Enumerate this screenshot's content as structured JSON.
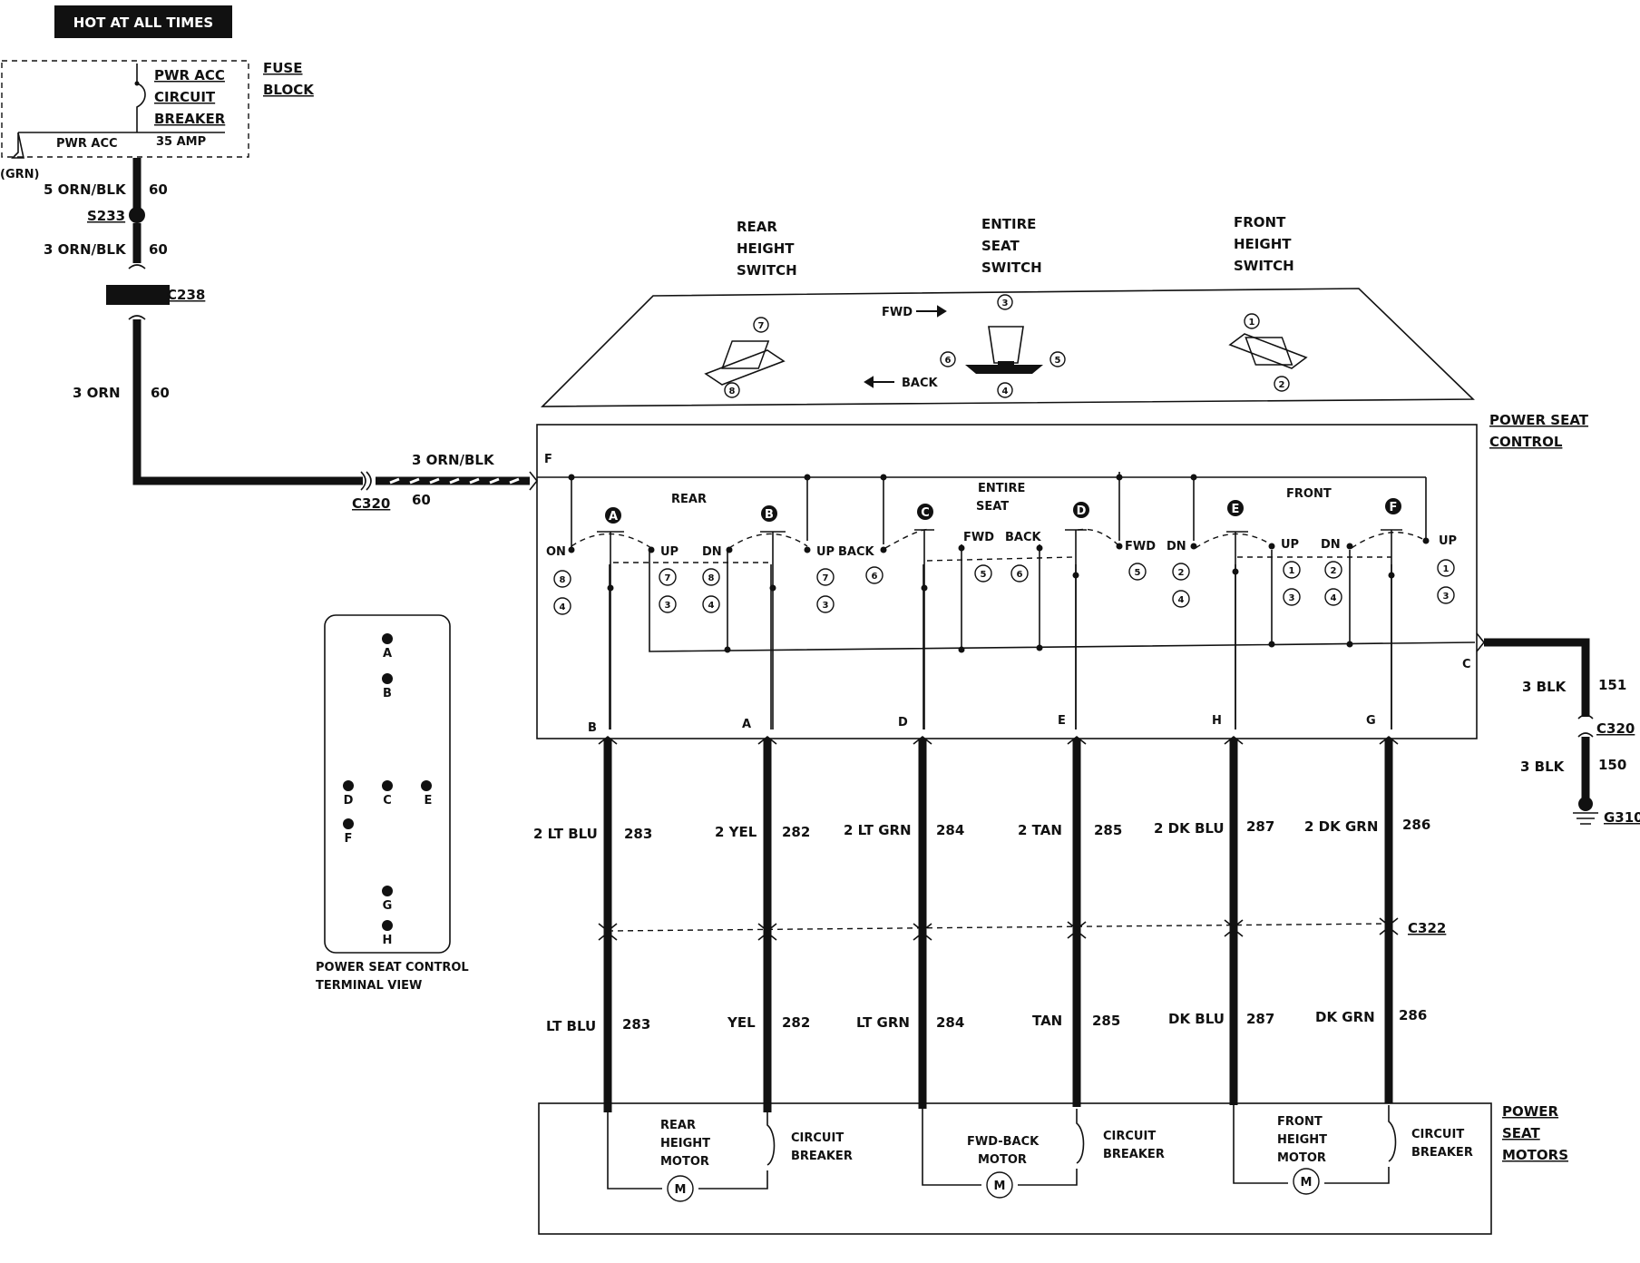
{
  "hot_label": "HOT AT ALL TIMES",
  "fuse": {
    "title1": "FUSE",
    "title2": "BLOCK",
    "breaker1": "PWR ACC",
    "breaker2": "CIRCUIT",
    "breaker3": "BREAKER",
    "pwr_acc": "PWR ACC",
    "amp": "35 AMP",
    "grn": "(GRN)"
  },
  "feed": {
    "w1": "5 ORN/BLK",
    "c1": "60",
    "splice": "S233",
    "w2": "3 ORN/BLK",
    "c2": "60",
    "conn": "C238",
    "w3": "3 ORN",
    "c3": "60",
    "w4": "3 ORN/BLK",
    "c4": "60",
    "conn2": "C320"
  },
  "switches": {
    "rear1": "REAR",
    "rear2": "HEIGHT",
    "rear3": "SWITCH",
    "entire1": "ENTIRE",
    "entire2": "SEAT",
    "entire3": "SWITCH",
    "front1": "FRONT",
    "front2": "HEIGHT",
    "front3": "SWITCH",
    "fwd": "FWD",
    "back": "BACK"
  },
  "control": {
    "title1": "POWER SEAT",
    "title2": "CONTROL",
    "rear": "REAR",
    "entire1": "ENTIRE",
    "entire2": "SEAT",
    "front": "FRONT",
    "f": "F",
    "c": "C",
    "contacts": [
      "A",
      "B",
      "C",
      "D",
      "E",
      "F"
    ],
    "on": "ON",
    "up": "UP",
    "dn": "DN",
    "fwd": "FWD",
    "back": "BACK",
    "pins": [
      "B",
      "A",
      "D",
      "E",
      "H",
      "G"
    ]
  },
  "ground": {
    "w1": "3 BLK",
    "c1": "151",
    "conn": "C320",
    "w2": "3 BLK",
    "c2": "150",
    "gnd": "G310"
  },
  "wires_upper": [
    {
      "color": "2 LT BLU",
      "circuit": "283"
    },
    {
      "color": "2 YEL",
      "circuit": "282"
    },
    {
      "color": "2 LT GRN",
      "circuit": "284"
    },
    {
      "color": "2  TAN",
      "circuit": "285"
    },
    {
      "color": "2 DK BLU",
      "circuit": "287"
    },
    {
      "color": "2 DK GRN",
      "circuit": "286"
    }
  ],
  "wires_lower": [
    {
      "color": "LT BLU",
      "circuit": "283"
    },
    {
      "color": "YEL",
      "circuit": "282"
    },
    {
      "color": "LT GRN",
      "circuit": "284"
    },
    {
      "color": "TAN",
      "circuit": "285"
    },
    {
      "color": "DK BLU",
      "circuit": "287"
    },
    {
      "color": "DK GRN",
      "circuit": "286"
    }
  ],
  "c322": "C322",
  "motors": {
    "title1": "POWER",
    "title2": "SEAT",
    "title3": "MOTORS",
    "rear1": "REAR",
    "rear2": "HEIGHT",
    "rear3": "MOTOR",
    "fb1": "FWD-BACK",
    "fb2": "MOTOR",
    "front1": "FRONT",
    "front2": "HEIGHT",
    "front3": "MOTOR",
    "cb1": "CIRCUIT",
    "cb2": "BREAKER",
    "m": "M"
  },
  "terminal": {
    "title1": "POWER SEAT CONTROL",
    "title2": "TERMINAL VIEW",
    "pins": [
      "A",
      "B",
      "D",
      "C",
      "E",
      "F",
      "G",
      "H"
    ]
  }
}
